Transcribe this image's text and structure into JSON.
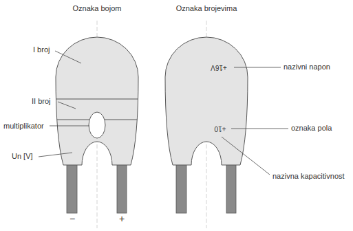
{
  "diagram": {
    "nodes": [
      {
        "text": [
          "+16V",
          "+10"
        ]
      }
    ],
    "labels": [
      "Oznaka bojom",
      "Oznaka brojevima",
      "I broj",
      "II broj",
      "multiplikator",
      "Un [V]",
      "nazivni napon",
      "oznaka pola",
      "nazivna kapacitivnost",
      "−",
      "+"
    ]
  }
}
